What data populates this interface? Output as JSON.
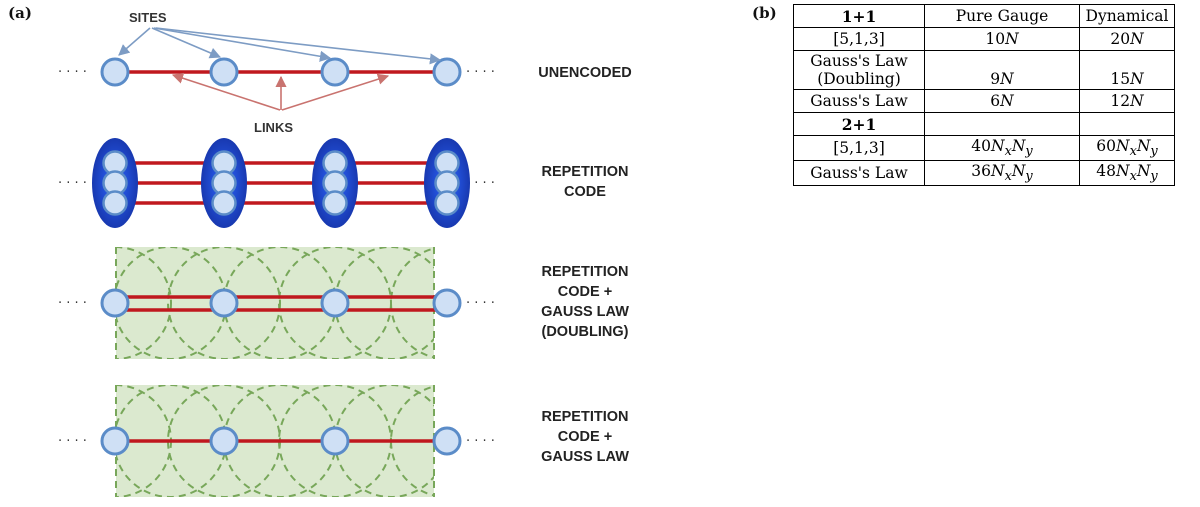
{
  "panel_a": {
    "letter": "(a)",
    "callouts": {
      "sites": "SITES",
      "links": "LINKS"
    },
    "ellipsis": "· · · ·",
    "rows": [
      {
        "label_lines": [
          "UNENCODED"
        ]
      },
      {
        "label_lines": [
          "REPETITION",
          "CODE"
        ]
      },
      {
        "label_lines": [
          "REPETITION",
          "CODE +",
          "GAUSS LAW",
          "(DOUBLING)"
        ]
      },
      {
        "label_lines": [
          "REPETITION",
          "CODE +",
          "GAUSS LAW"
        ]
      }
    ],
    "colors": {
      "site_fill": "#cfe0f5",
      "site_stroke": "#5b8cc8",
      "link": "#c0181e",
      "ellipse_blue": "#1c4fd6",
      "gauss_fill": "#dbe9cf",
      "gauss_stroke": "#78a75a",
      "sites_arrow": "#7d9cc4",
      "links_arrow": "#c9736f"
    }
  },
  "panel_b": {
    "letter": "(b)",
    "header": {
      "dim": "1+1",
      "col1": "Pure Gauge",
      "col2": "Dynamical"
    },
    "rows": [
      {
        "name": "[5,1,3]",
        "pure_gauge": "10",
        "dynamical": "20"
      },
      {
        "name_line1": "Gauss's Law",
        "name_line2": "(Doubling)",
        "pure_gauge": "9",
        "dynamical": "15"
      },
      {
        "name": "Gauss's Law",
        "pure_gauge": "6",
        "dynamical": "12"
      }
    ],
    "n_symbol": "N",
    "section2": "2+1",
    "rows2": [
      {
        "name": "[5,1,3]",
        "pure_gauge": "40",
        "dynamical": "60"
      },
      {
        "name": "Gauss's Law",
        "pure_gauge": "36",
        "dynamical": "48"
      }
    ],
    "nxny_n": "N",
    "nxny_x": "x",
    "nxny_y": "y"
  }
}
